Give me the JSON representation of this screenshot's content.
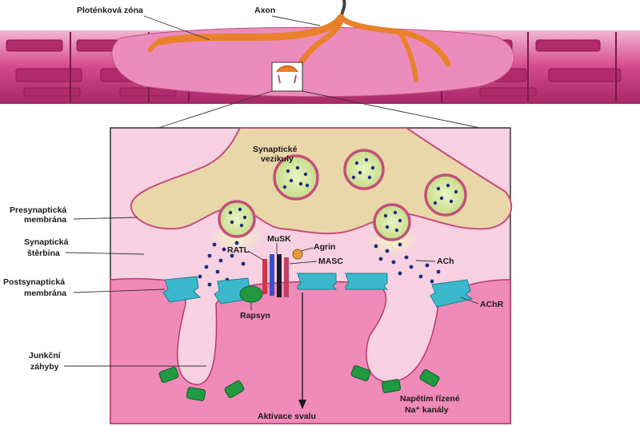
{
  "labels": {
    "ploteknova_zona": "Ploténková zóna",
    "axon": "Axon",
    "synapticke_vezikuly_1": "Synaptické",
    "synapticke_vezikuly_2": "vezikuly",
    "presynapticka_1": "Presynaptická",
    "presynapticka_2": "membrána",
    "synapticka_1": "Synaptická",
    "synapticka_2": "štěrbina",
    "postsynapticka_1": "Postsynaptická",
    "postsynapticka_2": "membrána",
    "junkcni_1": "Junkční",
    "junkcni_2": "záhyby",
    "ratl": "RATL",
    "musk": "MuSK",
    "agrin": "Agrin",
    "masc": "MASC",
    "ach": "ACh",
    "achr": "AChR",
    "rapsyn": "Rapsyn",
    "napetim_1": "Napětím řízené",
    "napetim_2": "Na⁺ kanály",
    "aktivace": "Aktivace svalu"
  },
  "colors": {
    "muscle": "#c8357e",
    "muscle_light": "#e8a0c6",
    "cleft": "#f6cfe0",
    "postsynaptic": "#ee86b4",
    "terminal": "#e8d6a8",
    "vesicle_fill": "#d6e8a0",
    "vesicle_ring": "#c2507a",
    "ach_dot": "#1e2e7a",
    "receptor": "#3bb8cc",
    "channel": "#1f9a40",
    "axon": "#ea8a2a"
  }
}
